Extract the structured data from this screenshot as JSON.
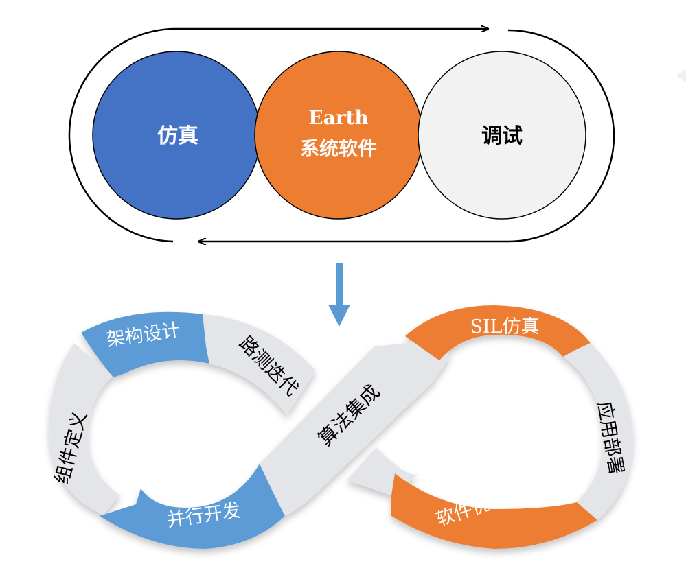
{
  "top": {
    "circles": [
      {
        "lines": [
          "仿真"
        ],
        "fill": "#4472C4",
        "text_color": "#ffffff"
      },
      {
        "lines": [
          "Earth",
          "系统软件"
        ],
        "fill": "#ED7D31",
        "text_color": "#ffffff"
      },
      {
        "lines": [
          "调试"
        ],
        "fill": "#F2F2F2",
        "text_color": "#000000"
      }
    ]
  },
  "loop": {
    "labels": {
      "arch": "架构设计",
      "road": "路测迭代",
      "define": "组件定义",
      "parallel": "并行开发",
      "algo": "算法集成",
      "sil": "SIL仿真",
      "deploy": "应用部署",
      "optimize": "软件优化"
    },
    "colors": {
      "blue": "#5B9BD5",
      "orange": "#ED7D31",
      "gray": "#E3E5E8",
      "down_arrow": "#5B9BD5"
    }
  }
}
